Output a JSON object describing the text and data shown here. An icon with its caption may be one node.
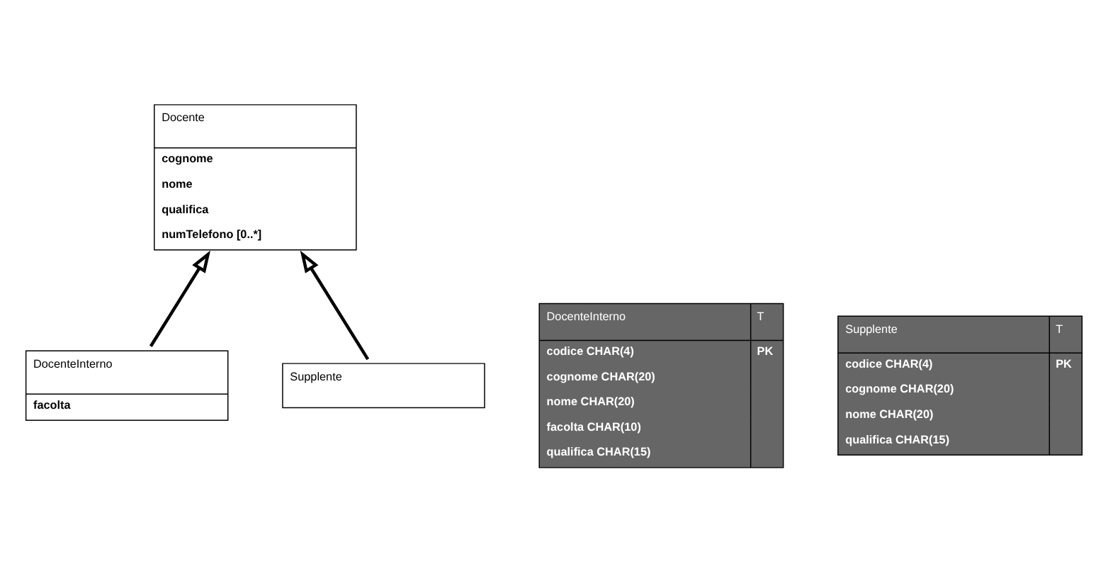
{
  "diagram": {
    "nodes": [
      {
        "text": [
          "Docente",
          "cognome",
          "nome",
          "qualifica",
          "numTelefono [0..*]"
        ]
      },
      {
        "text": [
          "DocenteInterno",
          "facolta"
        ]
      },
      {
        "text": [
          "Supplente"
        ]
      },
      {
        "text": [
          "DocenteInterno",
          "T",
          "codice CHAR(4)",
          "PK",
          "cognome CHAR(20)",
          "nome CHAR(20)",
          "facolta CHAR(10)",
          "qualifica CHAR(15)"
        ]
      },
      {
        "text": [
          "Supplente",
          "T",
          "codice CHAR(4)",
          "PK",
          "cognome CHAR(20)",
          "nome CHAR(20)",
          "qualifica CHAR(15)"
        ]
      }
    ],
    "edges": [
      {
        "from": 1,
        "to": 0,
        "arrow": "to"
      },
      {
        "from": 2,
        "to": 0,
        "arrow": "to"
      }
    ]
  }
}
